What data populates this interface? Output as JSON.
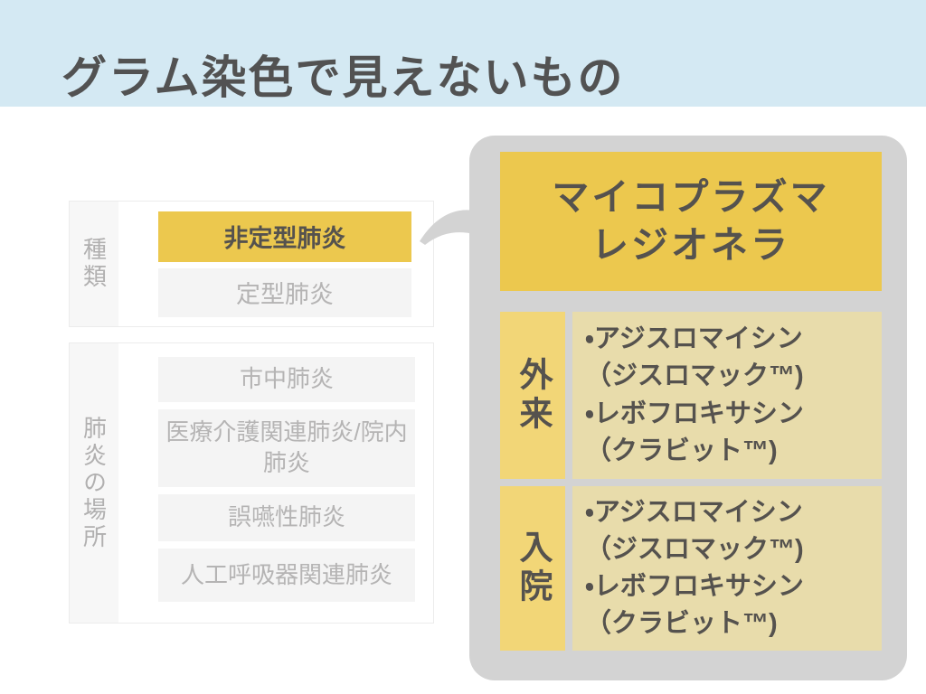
{
  "header": {
    "title": "グラム染色で見えないもの"
  },
  "type_box": {
    "label": "種類",
    "rows": [
      {
        "label": "非定型肺炎",
        "highlighted": true
      },
      {
        "label": "定型肺炎",
        "highlighted": false
      }
    ]
  },
  "location_box": {
    "label": "肺炎の場所",
    "rows": [
      "市中肺炎",
      "医療介護関連肺炎/院内肺炎",
      "誤嚥性肺炎",
      "人工呼吸器関連肺炎"
    ]
  },
  "callout": {
    "pathogens": [
      "マイコプラズマ",
      "レジオネラ"
    ],
    "sections": [
      {
        "label": "外来",
        "lines": [
          "・アジスロマイシン",
          "（ジスロマック™)",
          "・レボフロキサシン",
          "（クラビット™)"
        ]
      },
      {
        "label": "入院",
        "lines": [
          "・アジスロマイシン",
          "（ジスロマック™)",
          "・レボフロキサシン",
          "（クラビット™)"
        ]
      }
    ]
  },
  "colors": {
    "header-blue": "#d4e9f3",
    "accent-yellow": "#ecc84e",
    "label-yellow": "#f2d677",
    "tan": "#e8dcab",
    "callout-gray": "#d3d3d3",
    "row-gray": "#f4f4f4",
    "col-gray": "#f7f7f7",
    "dark-text": "#55524e",
    "muted-text": "#b5b4b4"
  }
}
